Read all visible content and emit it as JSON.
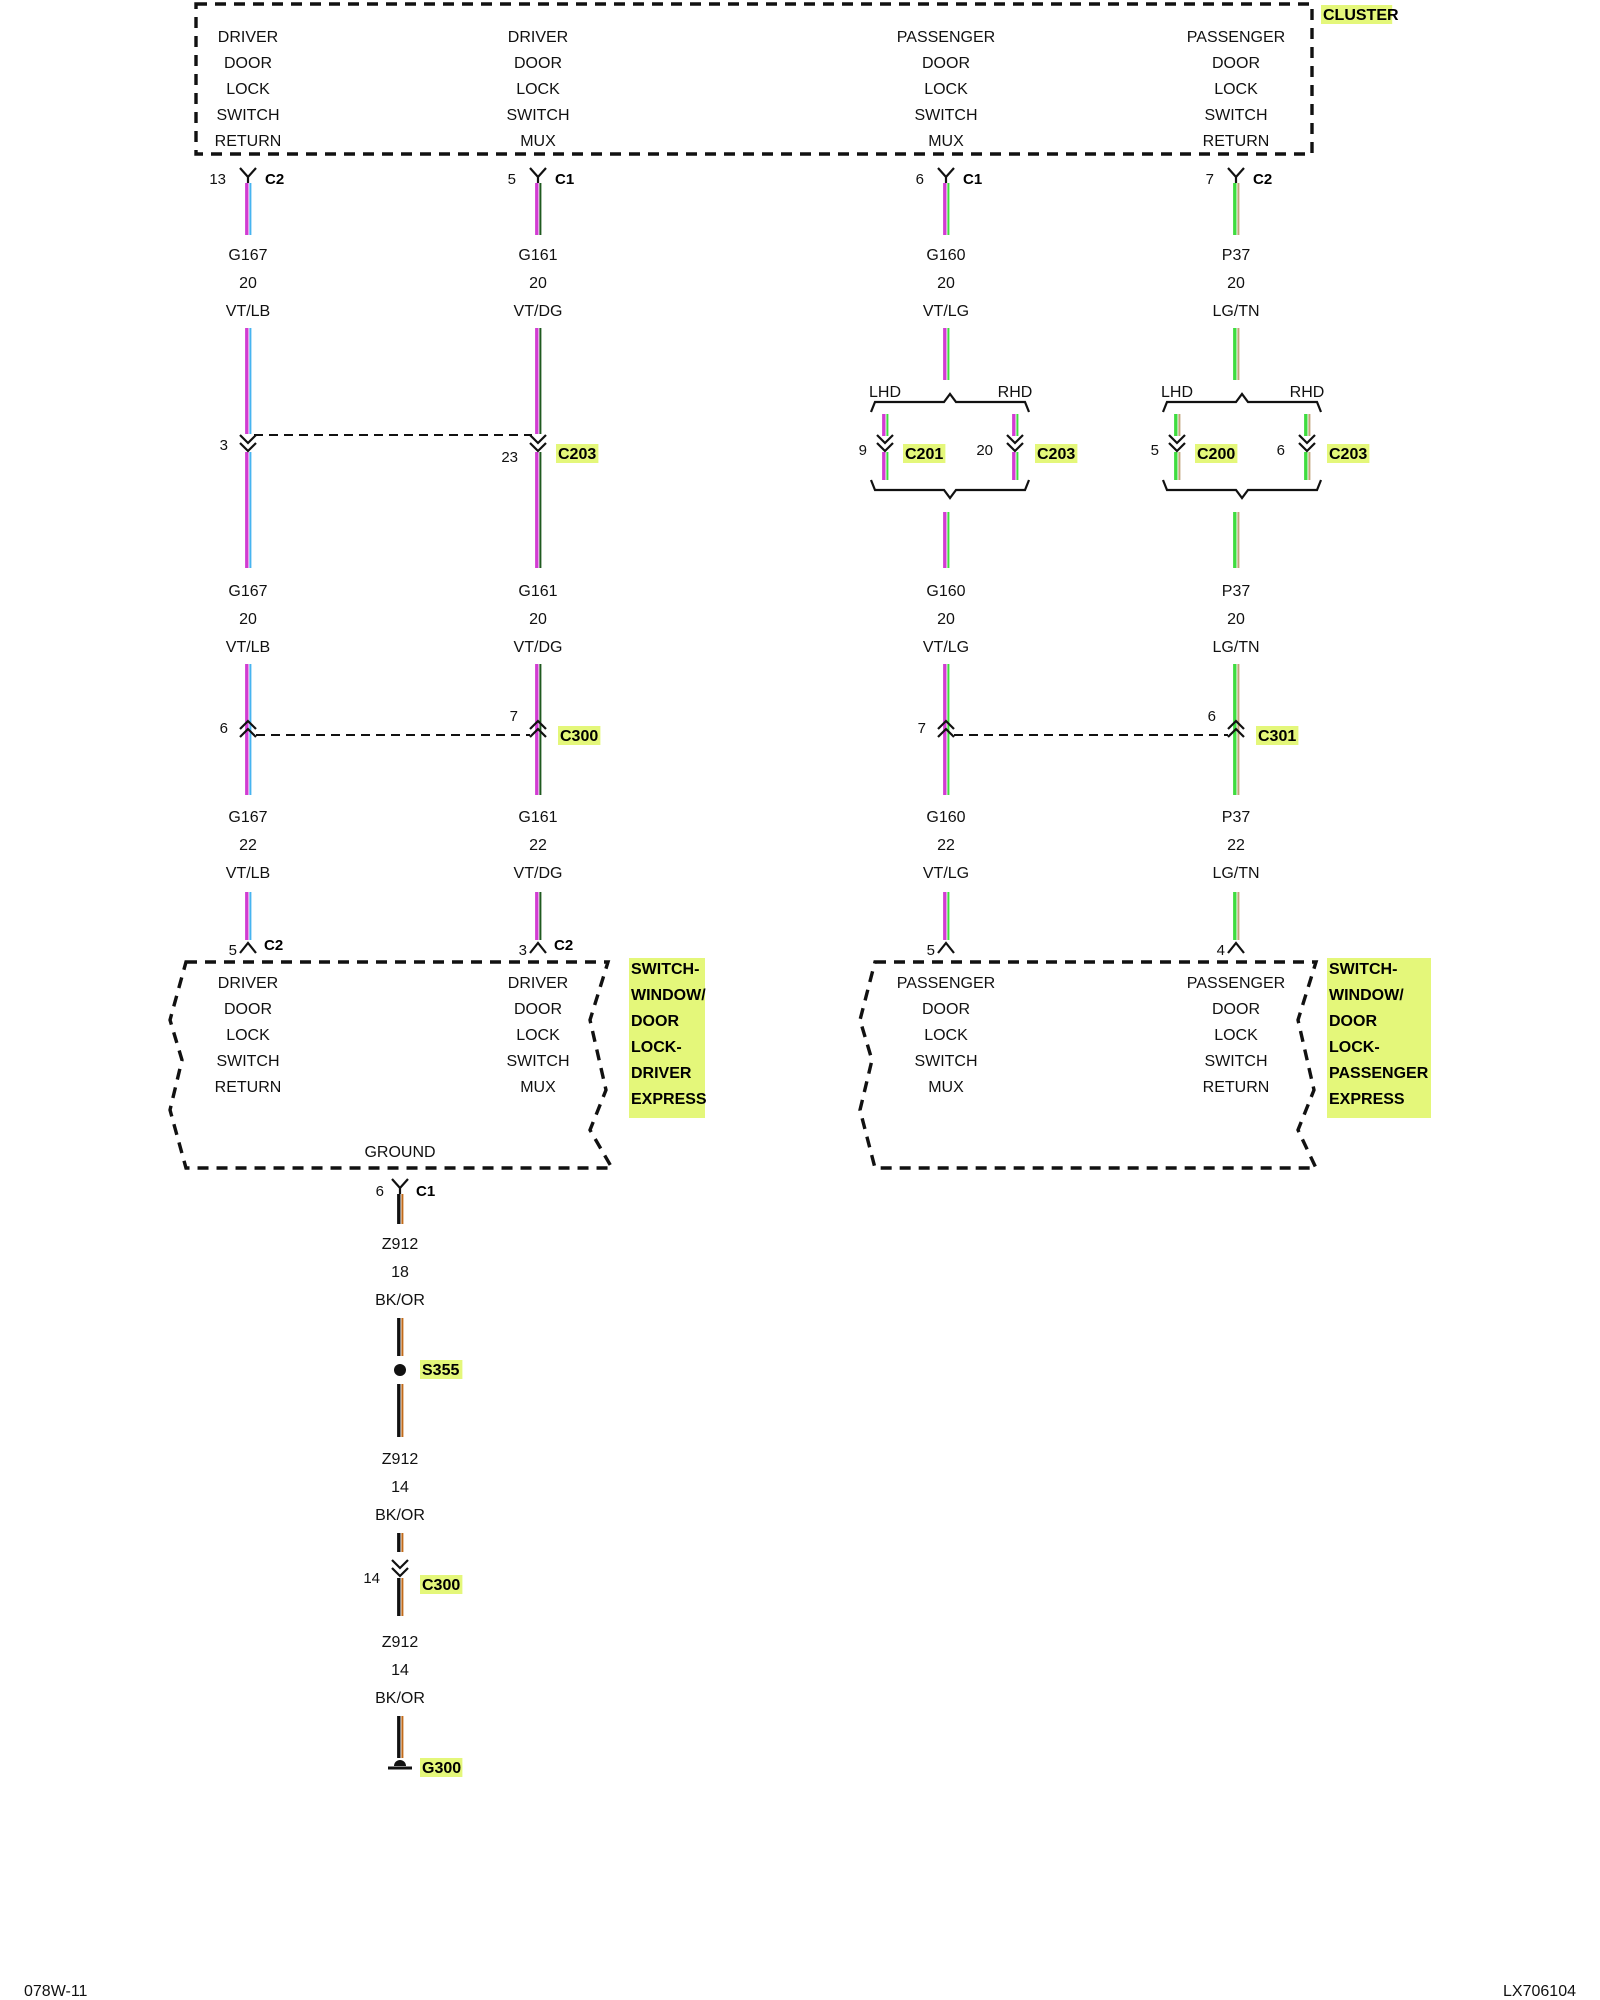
{
  "colors": {
    "highlight": "#e4f77a",
    "violet": "#d23cd2",
    "light_blue": "#47b4f0",
    "dark_green": "#1f5a1f",
    "light_green": "#3fdc3f",
    "tan": "#c2a27a",
    "black": "#111111",
    "orange": "#c06a1a"
  },
  "cluster": {
    "name": "CLUSTER",
    "pins": [
      {
        "lines": [
          "DRIVER",
          "DOOR",
          "LOCK",
          "SWITCH",
          "RETURN"
        ]
      },
      {
        "lines": [
          "DRIVER",
          "DOOR",
          "LOCK",
          "SWITCH",
          "MUX"
        ]
      },
      {
        "lines": [
          "PASSENGER",
          "DOOR",
          "LOCK",
          "SWITCH",
          "MUX"
        ]
      },
      {
        "lines": [
          "PASSENGER",
          "DOOR",
          "LOCK",
          "SWITCH",
          "RETURN"
        ]
      }
    ]
  },
  "top_connectors": [
    {
      "pin": "13",
      "name": "C2"
    },
    {
      "pin": "5",
      "name": "C1"
    },
    {
      "pin": "6",
      "name": "C1"
    },
    {
      "pin": "7",
      "name": "C2"
    }
  ],
  "segment1": [
    {
      "circuit": "G167",
      "gauge": "20",
      "color": "VT/LB"
    },
    {
      "circuit": "G161",
      "gauge": "20",
      "color": "VT/DG"
    },
    {
      "circuit": "G160",
      "gauge": "20",
      "color": "VT/LG"
    },
    {
      "circuit": "P37",
      "gauge": "20",
      "color": "LG/TN"
    }
  ],
  "mid_connectors": {
    "driver": {
      "pin_a": "3",
      "pin_b": "23",
      "name": "C203"
    },
    "passenger_mux": {
      "lhd": "LHD",
      "rhd": "RHD",
      "pin_lhd": "9",
      "name_lhd": "C201",
      "pin_rhd": "20",
      "name_rhd": "C203"
    },
    "passenger_return": {
      "lhd": "LHD",
      "rhd": "RHD",
      "pin_lhd": "5",
      "name_lhd": "C200",
      "pin_rhd": "6",
      "name_rhd": "C203"
    }
  },
  "segment2": [
    {
      "circuit": "G167",
      "gauge": "20",
      "color": "VT/LB"
    },
    {
      "circuit": "G161",
      "gauge": "20",
      "color": "VT/DG"
    },
    {
      "circuit": "G160",
      "gauge": "20",
      "color": "VT/LG"
    },
    {
      "circuit": "P37",
      "gauge": "20",
      "color": "LG/TN"
    }
  ],
  "row3_connectors": {
    "driver": {
      "pin_a": "6",
      "pin_b": "7",
      "name": "C300"
    },
    "passenger": {
      "pin_a": "7",
      "pin_b": "6",
      "name": "C301"
    }
  },
  "segment3": [
    {
      "circuit": "G167",
      "gauge": "22",
      "color": "VT/LB"
    },
    {
      "circuit": "G161",
      "gauge": "22",
      "color": "VT/DG"
    },
    {
      "circuit": "G160",
      "gauge": "22",
      "color": "VT/LG"
    },
    {
      "circuit": "P37",
      "gauge": "22",
      "color": "LG/TN"
    }
  ],
  "switch_connectors": [
    {
      "pin": "5",
      "name": "C2"
    },
    {
      "pin": "3",
      "name": "C2"
    },
    {
      "pin": "5",
      "name": ""
    },
    {
      "pin": "4",
      "name": ""
    }
  ],
  "driver_switch": {
    "name_lines": [
      "SWITCH-",
      "WINDOW/",
      "DOOR",
      "LOCK-",
      "DRIVER",
      "EXPRESS"
    ],
    "pins": [
      {
        "lines": [
          "DRIVER",
          "DOOR",
          "LOCK",
          "SWITCH",
          "RETURN"
        ]
      },
      {
        "lines": [
          "DRIVER",
          "DOOR",
          "LOCK",
          "SWITCH",
          "MUX"
        ]
      }
    ],
    "ground_label": "GROUND"
  },
  "passenger_switch": {
    "name_lines": [
      "SWITCH-",
      "WINDOW/",
      "DOOR",
      "LOCK-",
      "PASSENGER",
      "EXPRESS"
    ],
    "pins": [
      {
        "lines": [
          "PASSENGER",
          "DOOR",
          "LOCK",
          "SWITCH",
          "MUX"
        ]
      },
      {
        "lines": [
          "PASSENGER",
          "DOOR",
          "LOCK",
          "SWITCH",
          "RETURN"
        ]
      }
    ]
  },
  "ground": {
    "conn_pin": "6",
    "conn_name": "C1",
    "wire1": {
      "circuit": "Z912",
      "gauge": "18",
      "color": "BK/OR"
    },
    "splice": "S355",
    "wire2": {
      "circuit": "Z912",
      "gauge": "14",
      "color": "BK/OR"
    },
    "conn2_pin": "14",
    "conn2_name": "C300",
    "wire3": {
      "circuit": "Z912",
      "gauge": "14",
      "color": "BK/OR"
    },
    "ground_name": "G300"
  },
  "footer": {
    "left": "078W-11",
    "right": "LX706104"
  }
}
